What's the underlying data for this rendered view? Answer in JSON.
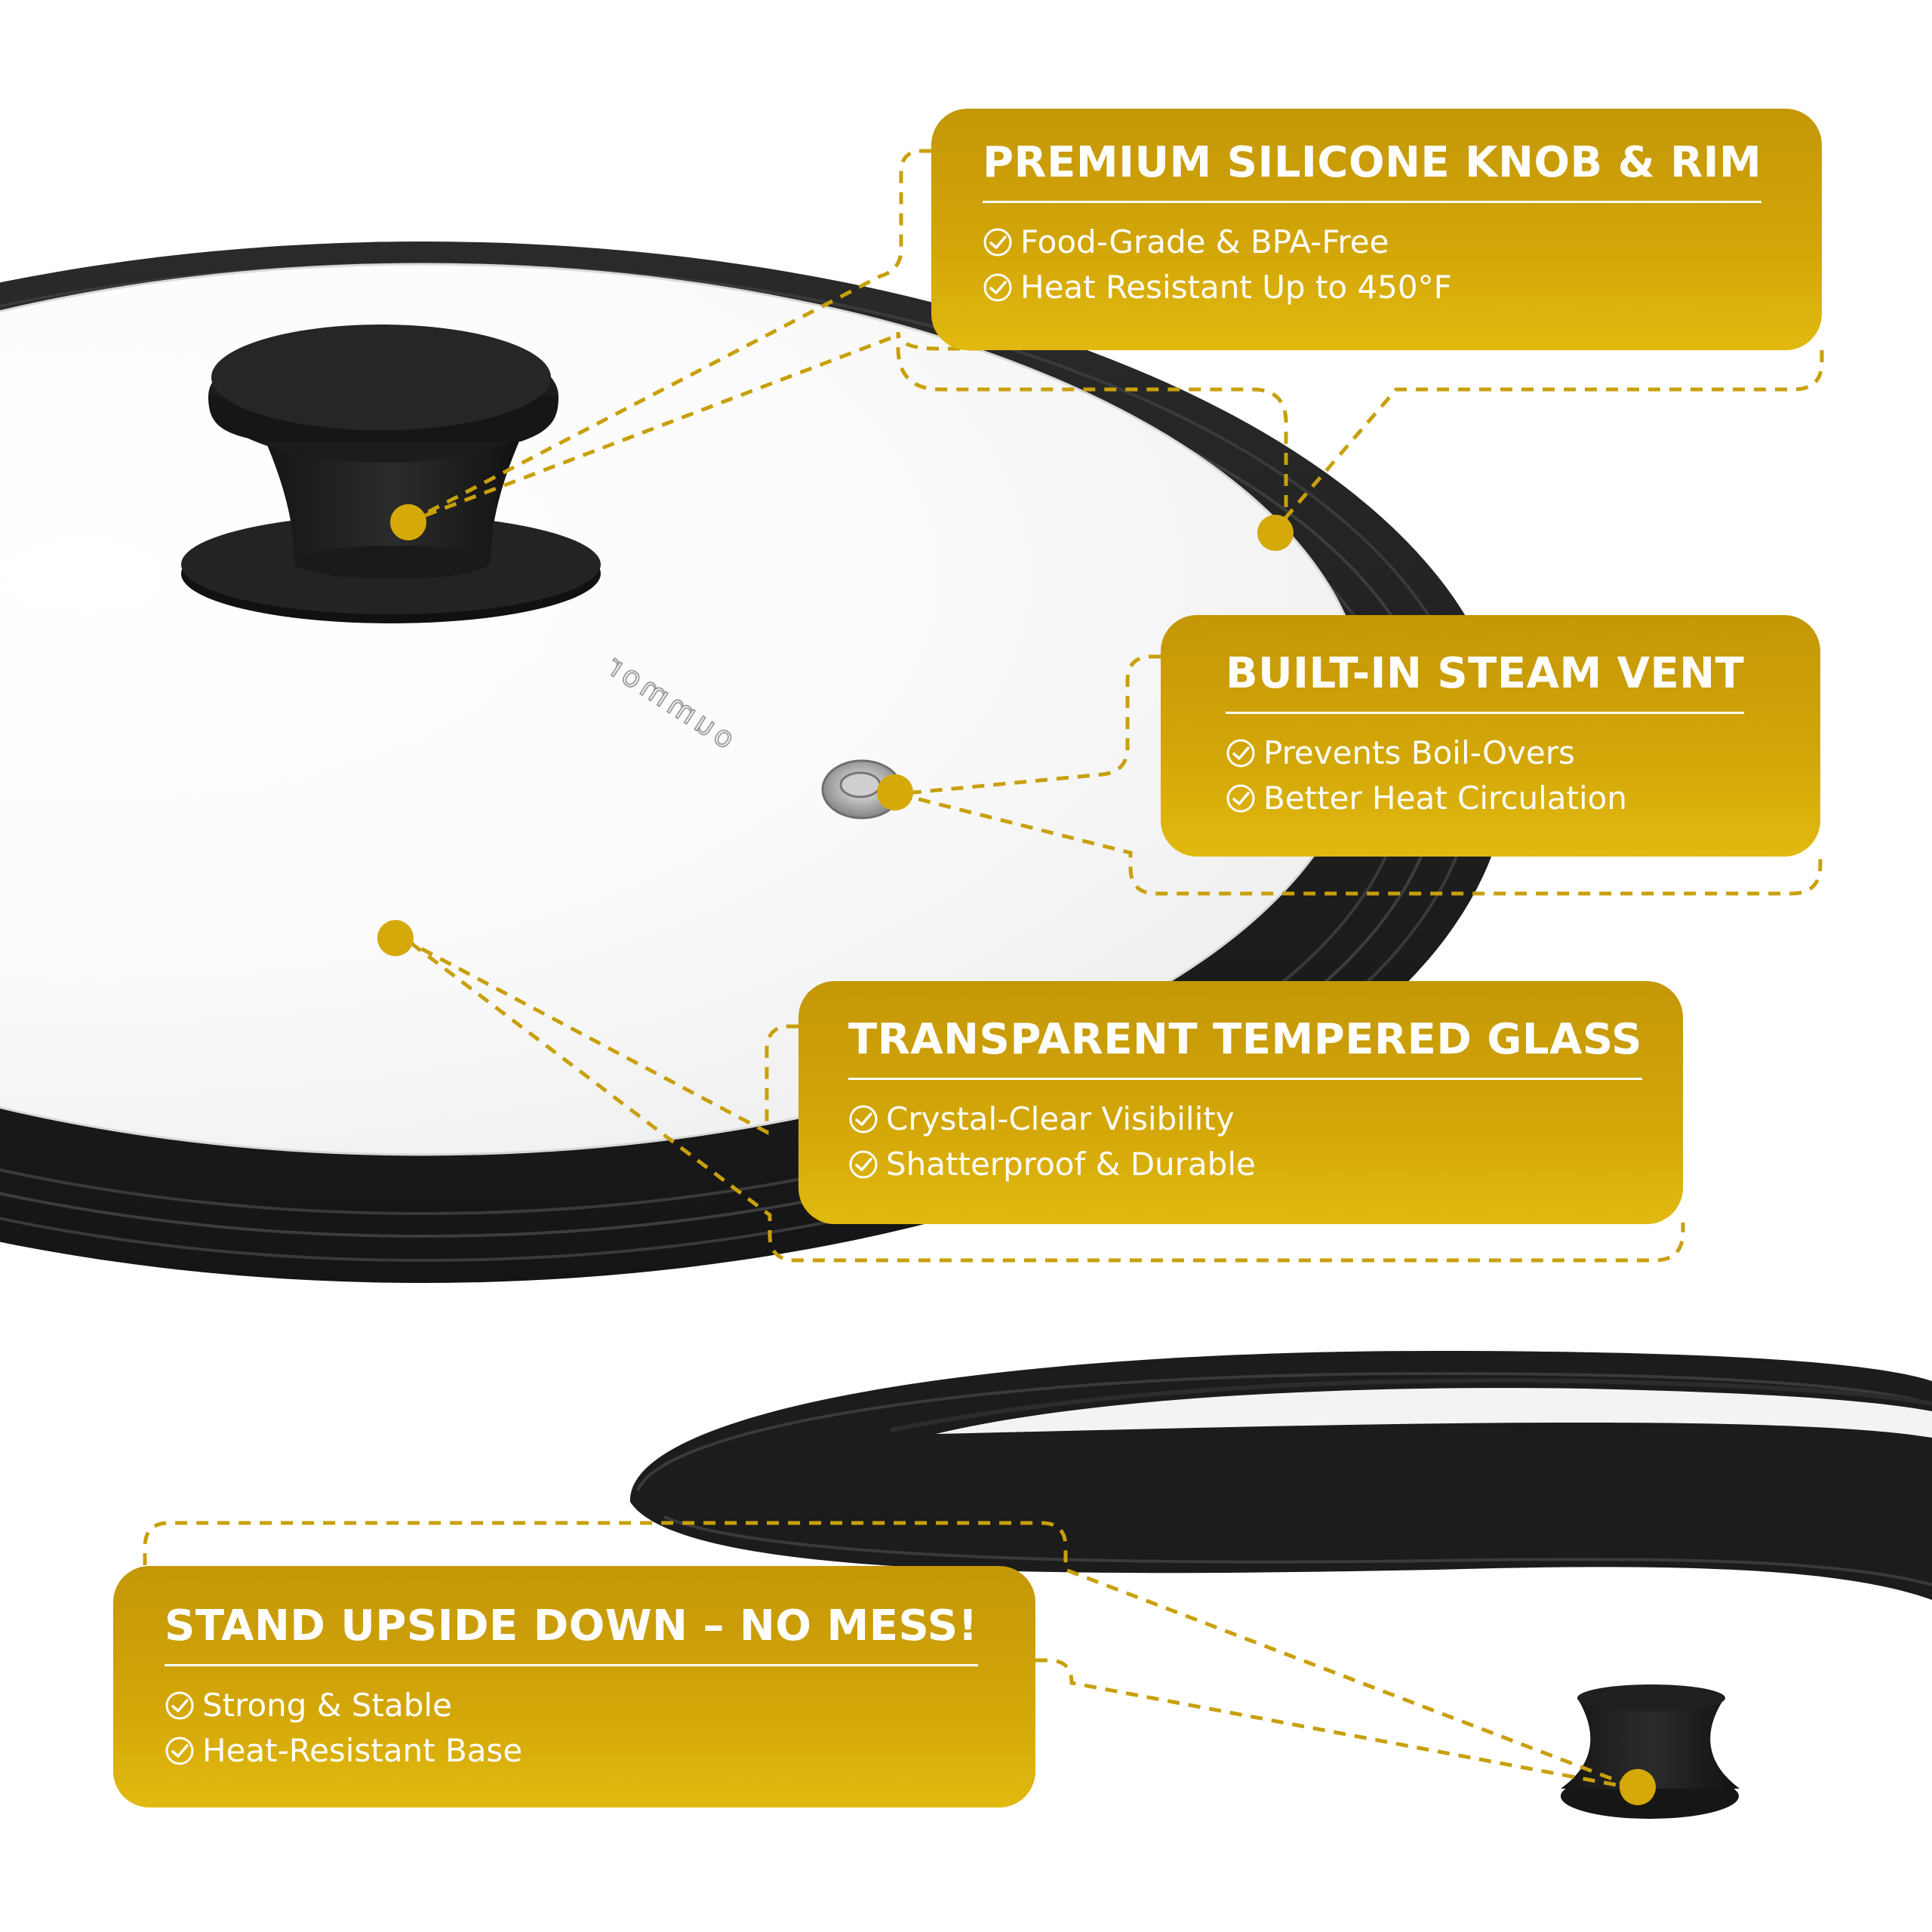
{
  "brand": {
    "logo_text": "oummor"
  },
  "colors": {
    "gold": "#d2a508",
    "silicone": "#1c1c1c",
    "glass": "#ffffff"
  },
  "callouts": [
    {
      "heading": "PREMIUM SILICONE KNOB & RIM",
      "items": [
        {
          "icon": "check-circle-icon",
          "text": "Food-Grade & BPA-Free"
        },
        {
          "icon": "check-circle-icon",
          "text": "Heat Resistant Up to 450°F"
        }
      ]
    },
    {
      "heading": "BUILT-IN STEAM VENT",
      "items": [
        {
          "icon": "check-circle-icon",
          "text": "Prevents Boil-Overs"
        },
        {
          "icon": "check-circle-icon",
          "text": "Better Heat Circulation"
        }
      ]
    },
    {
      "heading": "TRANSPARENT TEMPERED GLASS",
      "items": [
        {
          "icon": "check-circle-icon",
          "text": "Crystal-Clear Visibility"
        },
        {
          "icon": "check-circle-icon",
          "text": "Shatterproof & Durable"
        }
      ]
    },
    {
      "heading": "STAND UPSIDE DOWN – NO MESS!",
      "items": [
        {
          "icon": "check-circle-icon",
          "text": "Strong & Stable"
        },
        {
          "icon": "check-circle-icon",
          "text": "Heat-Resistant Base"
        }
      ]
    }
  ]
}
